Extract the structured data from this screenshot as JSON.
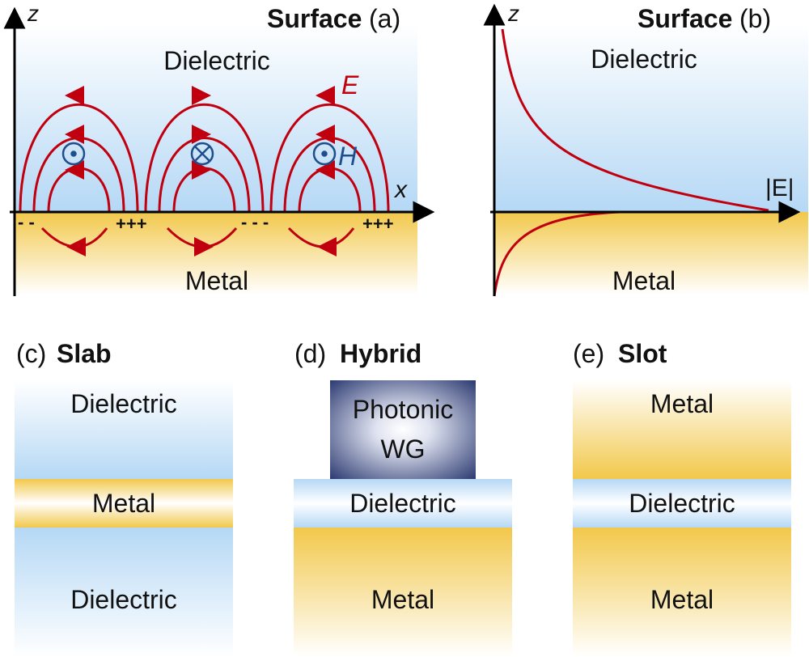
{
  "panel_a": {
    "title_bold": "Surface",
    "title_tag": "(a)",
    "axis_z": "z",
    "axis_x": "x",
    "dielectric": "Dielectric",
    "metal": "Metal",
    "field_e": "E",
    "field_h": "H",
    "charges": [
      "- -",
      "+++",
      "- - -",
      "+++"
    ],
    "h_symbols": [
      "dot",
      "cross",
      "dot"
    ]
  },
  "panel_b": {
    "title_bold": "Surface",
    "title_tag": "(b)",
    "axis_z": "z",
    "axis_e": "|E|",
    "dielectric": "Dielectric",
    "metal": "Metal"
  },
  "panel_c": {
    "tag": "(c)",
    "title": "Slab",
    "layers": [
      "Dielectric",
      "Metal",
      "Dielectric"
    ]
  },
  "panel_d": {
    "tag": "(d)",
    "title": "Hybrid",
    "waveguide": [
      "Photonic",
      "WG"
    ],
    "layers": [
      "Dielectric",
      "Metal"
    ]
  },
  "panel_e": {
    "tag": "(e)",
    "title": "Slot",
    "layers": [
      "Metal",
      "Dielectric",
      "Metal"
    ]
  },
  "colors": {
    "dielectric": "#b5d8f5",
    "metal": "#f2c84b",
    "field": "#c0000f",
    "magnetic": "#1f4e8c",
    "waveguide": "#1c2b66"
  }
}
